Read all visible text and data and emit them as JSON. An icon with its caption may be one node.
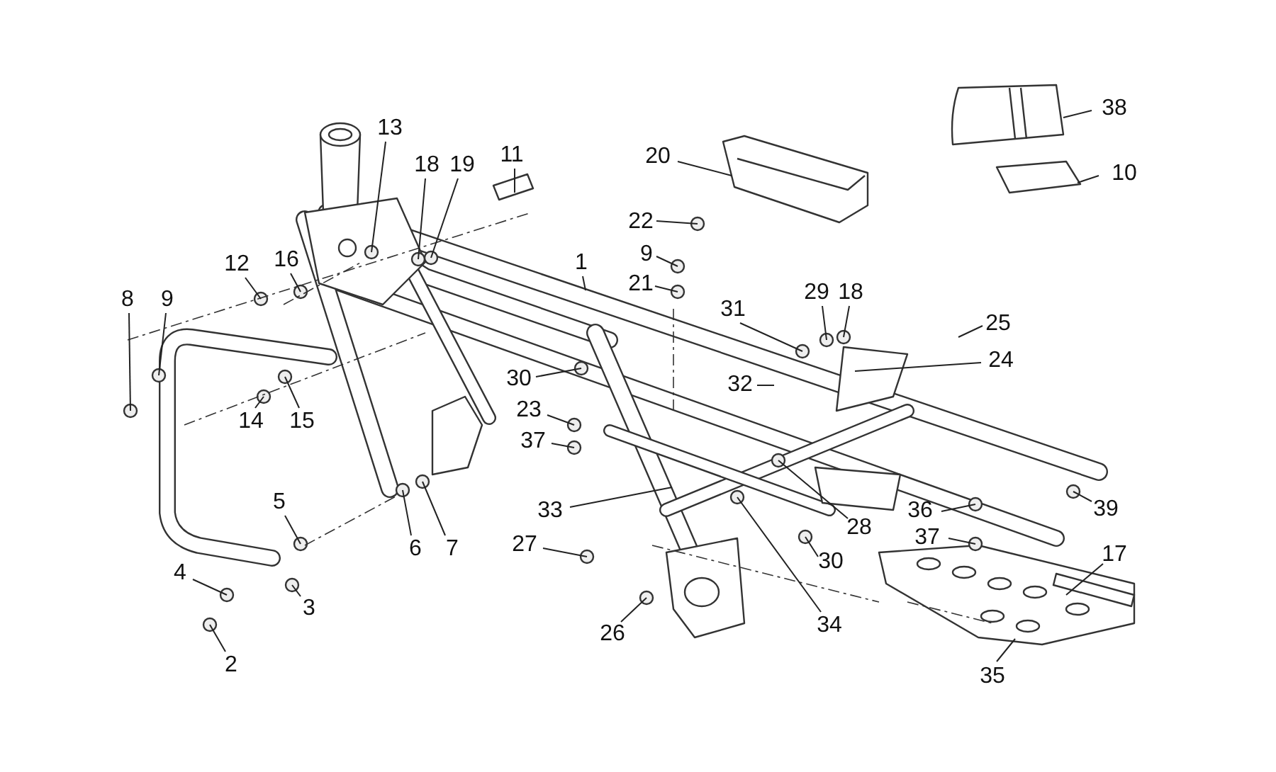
{
  "diagram": {
    "nodes": [
      {
        "text": [
          "38"
        ]
      },
      {
        "text": [
          "13"
        ]
      },
      {
        "text": [
          "20"
        ]
      },
      {
        "text": [
          "11"
        ]
      },
      {
        "text": [
          "18"
        ]
      },
      {
        "text": [
          "19"
        ]
      },
      {
        "text": [
          "10"
        ]
      },
      {
        "text": [
          "22"
        ]
      },
      {
        "text": [
          "9"
        ]
      },
      {
        "text": [
          "1"
        ]
      },
      {
        "text": [
          "16"
        ]
      },
      {
        "text": [
          "12"
        ]
      },
      {
        "text": [
          "21"
        ]
      },
      {
        "text": [
          "29"
        ]
      },
      {
        "text": [
          "18"
        ]
      },
      {
        "text": [
          "8"
        ]
      },
      {
        "text": [
          "9"
        ]
      },
      {
        "text": [
          "31"
        ]
      },
      {
        "text": [
          "25"
        ]
      },
      {
        "text": [
          "24"
        ]
      },
      {
        "text": [
          "30"
        ]
      },
      {
        "text": [
          "32"
        ]
      },
      {
        "text": [
          "23"
        ]
      },
      {
        "text": [
          "14"
        ]
      },
      {
        "text": [
          "15"
        ]
      },
      {
        "text": [
          "37"
        ]
      },
      {
        "text": [
          "39"
        ]
      },
      {
        "text": [
          "5"
        ]
      },
      {
        "text": [
          "36"
        ]
      },
      {
        "text": [
          "33"
        ]
      },
      {
        "text": [
          "28"
        ]
      },
      {
        "text": [
          "37"
        ]
      },
      {
        "text": [
          "27"
        ]
      },
      {
        "text": [
          "6"
        ]
      },
      {
        "text": [
          "7"
        ]
      },
      {
        "text": [
          "17"
        ]
      },
      {
        "text": [
          "30"
        ]
      },
      {
        "text": [
          "4"
        ]
      },
      {
        "text": [
          "3"
        ]
      },
      {
        "text": [
          "34"
        ]
      },
      {
        "text": [
          "26"
        ]
      },
      {
        "text": [
          "2"
        ]
      },
      {
        "text": [
          "35"
        ]
      }
    ],
    "edges": [
      {
        "from": 0,
        "to": null,
        "arrow": "none"
      },
      {
        "from": 1,
        "to": null,
        "arrow": "none"
      },
      {
        "from": 2,
        "to": null,
        "arrow": "none"
      },
      {
        "from": 3,
        "to": null,
        "arrow": "none"
      },
      {
        "from": 4,
        "to": null,
        "arrow": "none"
      },
      {
        "from": 5,
        "to": null,
        "arrow": "none"
      },
      {
        "from": 6,
        "to": null,
        "arrow": "none"
      },
      {
        "from": 7,
        "to": null,
        "arrow": "none"
      },
      {
        "from": 8,
        "to": null,
        "arrow": "none"
      },
      {
        "from": 9,
        "to": null,
        "arrow": "none"
      },
      {
        "from": 10,
        "to": null,
        "arrow": "none"
      },
      {
        "from": 11,
        "to": null,
        "arrow": "none"
      },
      {
        "from": 12,
        "to": null,
        "arrow": "none"
      },
      {
        "from": 13,
        "to": null,
        "arrow": "none"
      },
      {
        "from": 14,
        "to": null,
        "arrow": "none"
      },
      {
        "from": 15,
        "to": null,
        "arrow": "none"
      },
      {
        "from": 16,
        "to": null,
        "arrow": "none"
      },
      {
        "from": 17,
        "to": null,
        "arrow": "none"
      },
      {
        "from": 18,
        "to": null,
        "arrow": "none"
      },
      {
        "from": 19,
        "to": null,
        "arrow": "none"
      },
      {
        "from": 20,
        "to": null,
        "arrow": "none"
      },
      {
        "from": 21,
        "to": null,
        "arrow": "none"
      },
      {
        "from": 22,
        "to": null,
        "arrow": "none"
      },
      {
        "from": 23,
        "to": null,
        "arrow": "none"
      },
      {
        "from": 24,
        "to": null,
        "arrow": "none"
      },
      {
        "from": 25,
        "to": null,
        "arrow": "none"
      },
      {
        "from": 26,
        "to": null,
        "arrow": "none"
      },
      {
        "from": 27,
        "to": null,
        "arrow": "none"
      },
      {
        "from": 28,
        "to": null,
        "arrow": "none"
      },
      {
        "from": 29,
        "to": null,
        "arrow": "none"
      },
      {
        "from": 30,
        "to": null,
        "arrow": "none"
      },
      {
        "from": 31,
        "to": null,
        "arrow": "none"
      },
      {
        "from": 32,
        "to": null,
        "arrow": "none"
      },
      {
        "from": 33,
        "to": null,
        "arrow": "none"
      },
      {
        "from": 34,
        "to": null,
        "arrow": "none"
      },
      {
        "from": 35,
        "to": null,
        "arrow": "none"
      },
      {
        "from": 36,
        "to": null,
        "arrow": "none"
      },
      {
        "from": 37,
        "to": null,
        "arrow": "none"
      },
      {
        "from": 38,
        "to": null,
        "arrow": "none"
      },
      {
        "from": 39,
        "to": null,
        "arrow": "none"
      },
      {
        "from": 40,
        "to": null,
        "arrow": "none"
      },
      {
        "from": 41,
        "to": null,
        "arrow": "none"
      },
      {
        "from": 42,
        "to": null,
        "arrow": "none"
      }
    ]
  }
}
